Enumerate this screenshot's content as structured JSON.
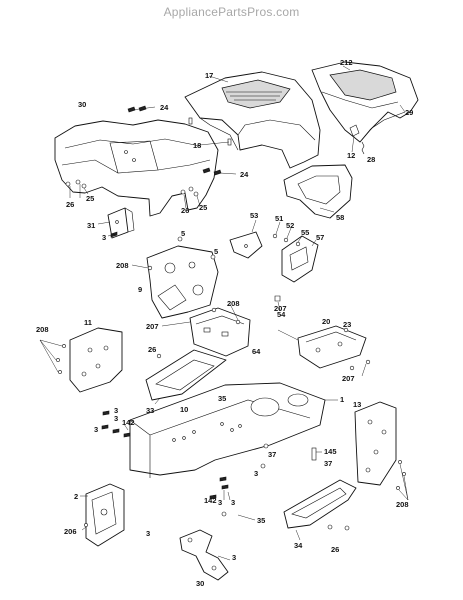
{
  "watermark": "AppliancePartsPros.com",
  "callouts": {
    "c30": "30",
    "c24a": "24",
    "c26a": "26",
    "c25a": "25",
    "c31": "31",
    "c3a": "3",
    "c17": "17",
    "c18": "18",
    "c212": "212",
    "c29": "29",
    "c12": "12",
    "c28": "28",
    "c24b": "24",
    "c26b": "26",
    "c25b": "25",
    "c58": "58",
    "c5a": "5",
    "c5b": "5",
    "c208a": "208",
    "c9": "9",
    "c208b": "208",
    "c207a": "207",
    "c64": "64",
    "c53": "53",
    "c51": "51",
    "c52": "52",
    "c55": "55",
    "c57": "57",
    "c54": "54",
    "c207b": "207",
    "c20": "20",
    "c23": "23",
    "c207c": "207",
    "c208c": "208",
    "c11": "11",
    "c26c": "26",
    "c33": "33",
    "c10": "10",
    "c35a": "35",
    "c1": "1",
    "c13": "13",
    "c3b": "3",
    "c3c": "3",
    "c3d": "3",
    "c142a": "142",
    "c37a": "37",
    "c37b": "37",
    "c145": "145",
    "c3e": "3",
    "c208d": "208",
    "c2": "2",
    "c142b": "142",
    "c3f": "3",
    "c3g": "3",
    "c35b": "35",
    "c206": "206",
    "c3h": "3",
    "c34": "34",
    "c26d": "26",
    "c3i": "3",
    "c30b": "30"
  }
}
